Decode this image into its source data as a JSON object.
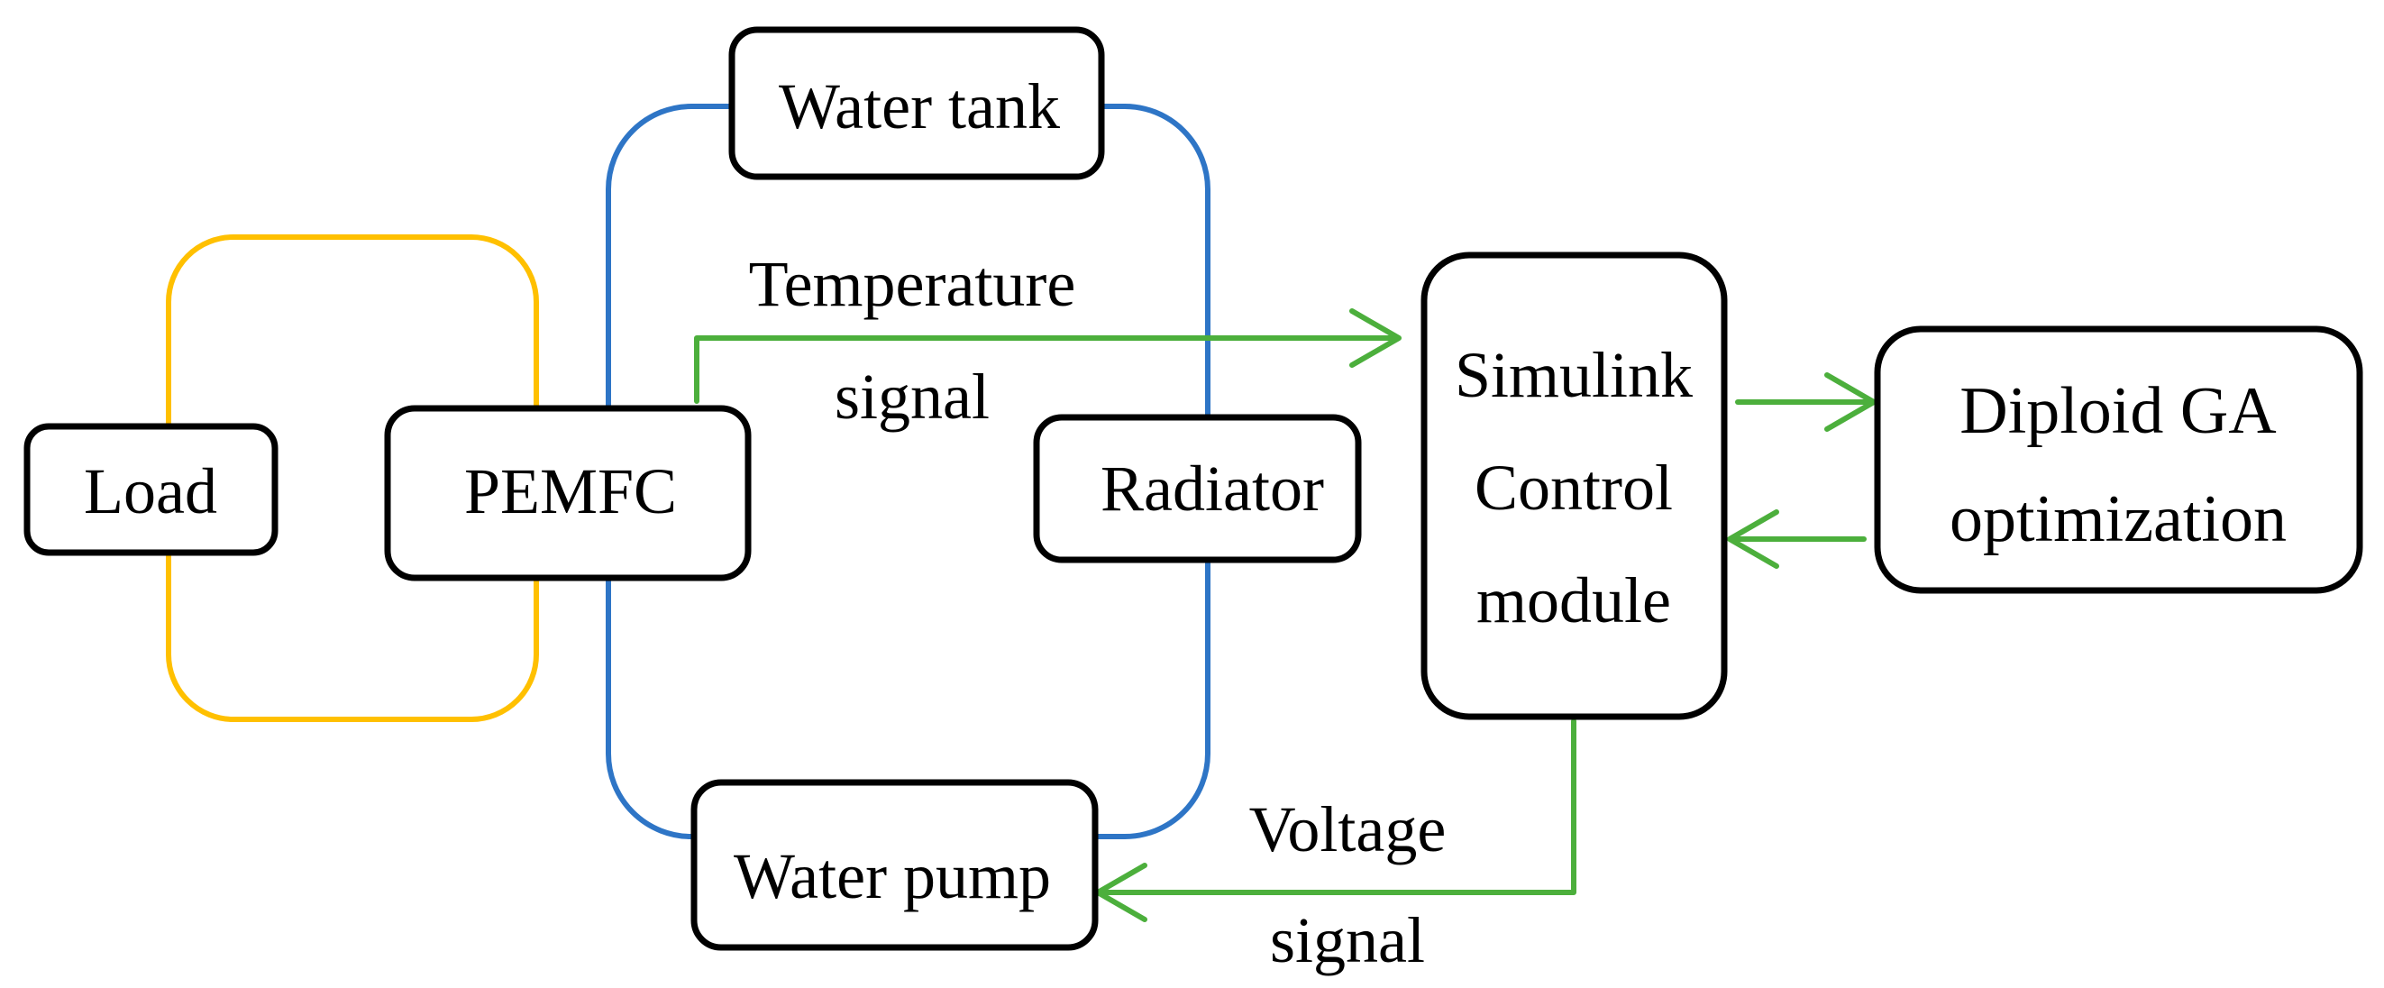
{
  "colors": {
    "load_loop": "#FFC000",
    "coolant_loop": "#2E75C6",
    "signal": "#4CAF3C",
    "box_stroke": "#000000"
  },
  "nodes": {
    "load": "Load",
    "pemfc": "PEMFC",
    "water_tank": "Water tank",
    "radiator": "Radiator",
    "water_pump": "Water pump",
    "simulink": [
      "Simulink",
      "Control",
      "module"
    ],
    "diploid": [
      "Diploid GA",
      "optimization"
    ]
  },
  "edge_labels": {
    "temperature_signal": [
      "Temperature",
      "signal"
    ],
    "voltage_signal": [
      "Voltage",
      "signal"
    ]
  }
}
